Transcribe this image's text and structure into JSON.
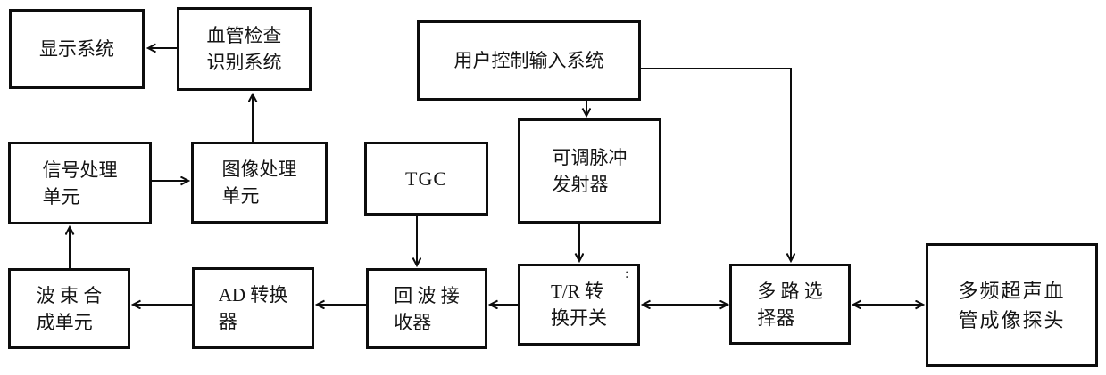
{
  "diagram": {
    "title": "ultrasound-vascular-imaging-block-diagram",
    "background_color": "#ffffff",
    "line_color": "#0d0d0d",
    "nodes": {
      "display": {
        "label": "显示系统"
      },
      "vessel_check": {
        "label": "血管检查\n识别系统"
      },
      "user_input": {
        "label": "用户控制输入系统"
      },
      "signal_proc": {
        "label": "信号处理\n单元"
      },
      "image_proc": {
        "label": "图像处理\n单元"
      },
      "tgc": {
        "label": "TGC"
      },
      "pulse_tx": {
        "label": "可调脉冲\n发射器"
      },
      "beam_form": {
        "label": "波 束 合\n成单元"
      },
      "ad_conv": {
        "label": "AD 转换\n器"
      },
      "echo_rx": {
        "label": "回 波 接\n收器"
      },
      "tr_switch": {
        "label": "T/R  转\n换开关"
      },
      "mux": {
        "label": "多 路 选\n择器"
      },
      "probe": {
        "label": "多频超声血\n管成像探头"
      }
    },
    "edges": [
      {
        "from": "vessel_check",
        "to": "display",
        "type": "arrow"
      },
      {
        "from": "image_proc",
        "to": "vessel_check",
        "type": "arrow"
      },
      {
        "from": "signal_proc",
        "to": "image_proc",
        "type": "arrow"
      },
      {
        "from": "beam_form",
        "to": "signal_proc",
        "type": "arrow"
      },
      {
        "from": "user_input",
        "to": "pulse_tx",
        "type": "arrow"
      },
      {
        "from": "user_input",
        "to": "mux",
        "type": "arrow-elbow"
      },
      {
        "from": "tgc",
        "to": "echo_rx",
        "type": "arrow"
      },
      {
        "from": "pulse_tx",
        "to": "tr_switch",
        "type": "arrow"
      },
      {
        "from": "ad_conv",
        "to": "beam_form",
        "type": "arrow"
      },
      {
        "from": "echo_rx",
        "to": "ad_conv",
        "type": "arrow"
      },
      {
        "from": "tr_switch",
        "to": "echo_rx",
        "type": "arrow"
      },
      {
        "from": "tr_switch",
        "to": "mux",
        "type": "double-arrow"
      },
      {
        "from": "mux",
        "to": "probe",
        "type": "double-arrow"
      }
    ],
    "artifact": ":"
  }
}
